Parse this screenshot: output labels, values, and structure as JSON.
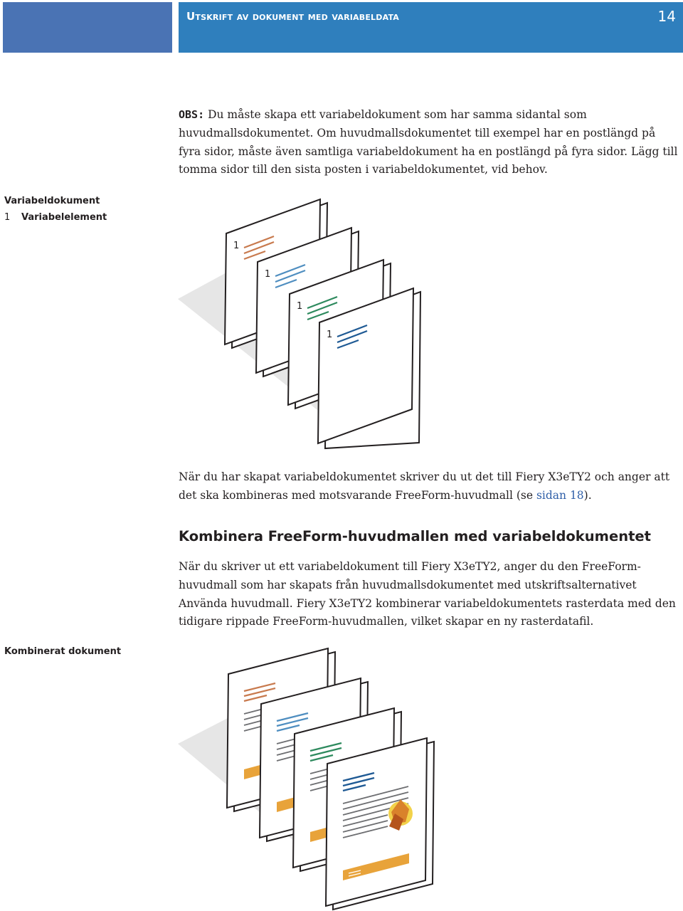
{
  "header": {
    "title": "Utskrift av dokument med variabeldata",
    "page_number": "14"
  },
  "note": {
    "label": "OBS:",
    "text": "Du måste skapa ett variabeldokument som har samma sidantal som huvudmallsdokumentet. Om huvudmallsdokumentet till exempel har en postlängd på fyra sidor, måste även samtliga variabeldokument ha en postlängd på fyra sidor. Lägg till tomma sidor till den sista posten i variabeldokumentet, vid behov."
  },
  "figure1": {
    "caption_title": "Variabeldokument",
    "legend_number": "1",
    "legend_text": "Variabelelement",
    "page_marker": "1"
  },
  "paragraph2": {
    "text_before": "När du har skapat variabeldokumentet skriver du ut det till Fiery X3eTY2 och anger att det ska kombineras med motsvarande FreeForm-huvudmall (se ",
    "link": "sidan 18",
    "text_after": ")."
  },
  "section": {
    "heading": "Kombinera FreeForm-huvudmallen med variabeldokumentet",
    "text": "När du skriver ut ett variabeldokument till Fiery X3eTY2, anger du den FreeForm-huvudmall som har skapats från huvudmallsdokumentet med utskriftsalternativet Använda huvudmall. Fiery X3eTY2 kombinerar variabeldokumentets rasterdata med den tidigare rippade FreeForm-huvudmallen, vilket skapar en ny rasterdatafil."
  },
  "figure2": {
    "caption_title": "Kombinerat dokument"
  },
  "colors": {
    "header_left": "#4a73b4",
    "header_right": "#2f7fbd",
    "page1_lines": "#c87a4e",
    "page2_lines": "#4f8ec0",
    "page3_lines": "#2e8a5e",
    "page4_lines": "#1f5a94",
    "master_block": "#e8a33a"
  }
}
